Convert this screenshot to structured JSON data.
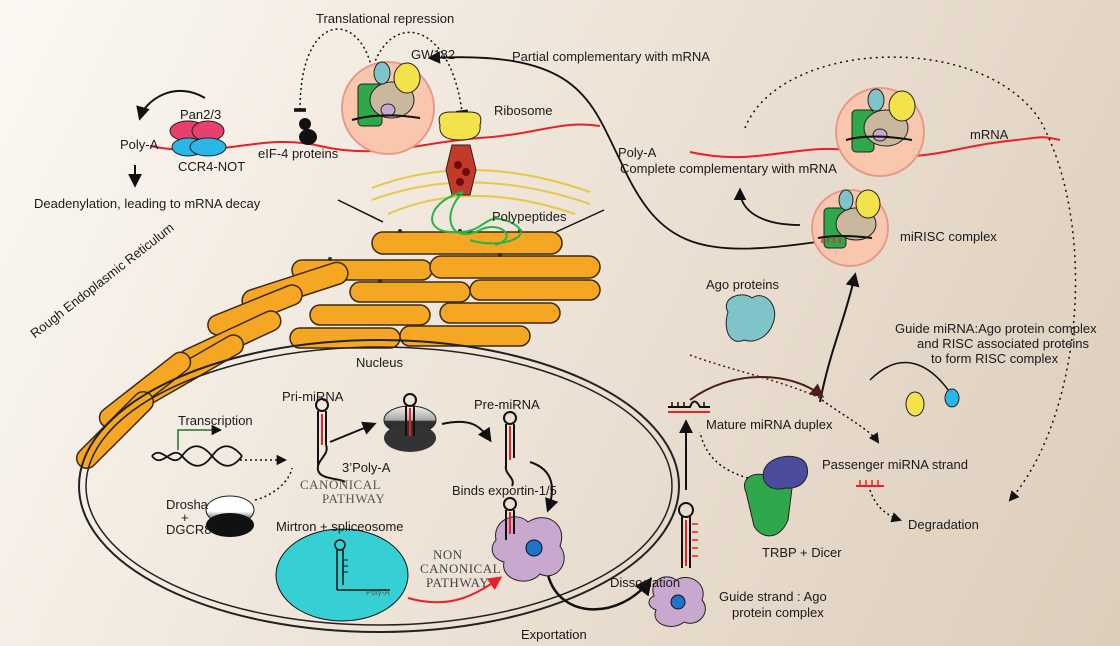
{
  "labels": {
    "translational_repression": "Translational repression",
    "gw182": "GW182",
    "partial_complementary": "Partial complementary with mRNA",
    "ribosome": "Ribosome",
    "pan23": "Pan2/3",
    "poly_a_left": "Poly-A",
    "ccr4_not": "CCR4-NOT",
    "eif4": "eIF-4 proteins",
    "deadenylation": "Deadenylation, leading to mRNA decay",
    "polypeptides": "Polypeptides",
    "poly_a_right": "Poly-A",
    "mrna": "mRNA",
    "complete_complementary": "Complete complementary with mRNA",
    "mirisc_complex": "miRISC complex",
    "rough_er": "Rough Endoplasmic Reticulum",
    "ago_proteins": "Ago proteins",
    "guide_line1": "Guide miRNA:Ago protein complex",
    "guide_line2": "and RISC associated proteins",
    "guide_line3": "to form RISC complex",
    "nucleus": "Nucleus",
    "pri_mirna": "Pri-miRNA",
    "pre_mirna": "Pre-miRNA",
    "transcription": "Transcription",
    "three_poly_a": "3’Poly-A",
    "canonical_line1": "CANONICAL",
    "canonical_line2": "PATHWAY",
    "binds_exportin": "Binds exportin-1/5",
    "drosha": "Drosha",
    "plus": "+",
    "dgcr8": "DGCR8",
    "mirtron": "Mirtron + spliceosome",
    "non_canonical_line1": "NON",
    "non_canonical_line2": "CANONICAL",
    "non_canonical_line3": "PATHWAY",
    "mirtron_poly_a": "Poly-A",
    "mature_duplex": "Mature miRNA duplex",
    "passenger_strand": "Passenger miRNA strand",
    "degradation": "Degradation",
    "trbp_dicer": "TRBP + Dicer",
    "dissociation": "Dissociation",
    "guide_ago_line1": "Guide strand : Ago",
    "guide_ago_line2": "protein complex",
    "exportation": "Exportation"
  },
  "colors": {
    "er_orange": "#f5a623",
    "mrna_red": "#e8202a",
    "mirna_red": "#e8202a",
    "ago_purple": "#c9a8cf",
    "ago_teal": "#7fc4c8",
    "dicer_green": "#2ea84a",
    "dicer_navy": "#4b4c9c",
    "mirtron_cyan": "#36cfd3",
    "ribosome_pink": "#f6c9b3",
    "pan_pink": "#e83f6f",
    "ccr4_blue": "#29b6e8",
    "yellow": "#f4e24a",
    "polypeptide_green": "#27b34a"
  }
}
